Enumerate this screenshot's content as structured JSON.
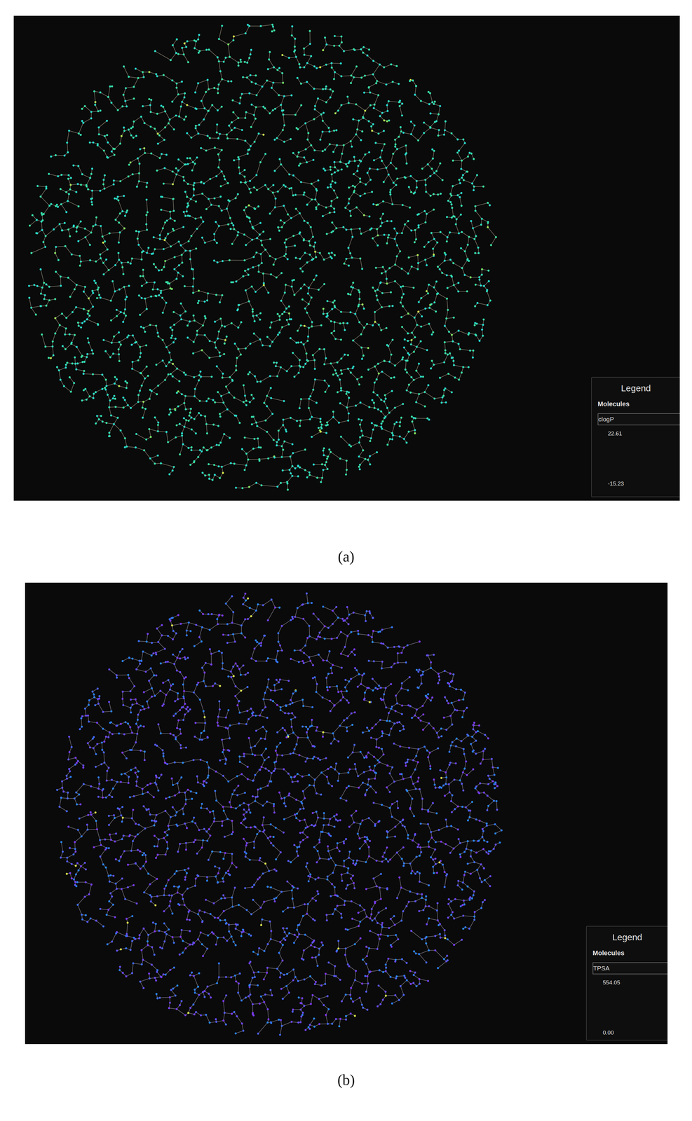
{
  "diagram": {
    "nodes": [
      {
        "text": [
          "Legend",
          "Molecules"
        ]
      },
      {
        "text": [
          "clogP"
        ],
        "in": 0
      },
      {
        "text": [
          "Legend",
          "Molecules"
        ]
      },
      {
        "text": [
          "TPSA"
        ],
        "in": 2
      }
    ],
    "labels": [
      "22.61",
      "-15.23",
      "(a)",
      "554.05",
      "0.00",
      "(b)"
    ]
  }
}
